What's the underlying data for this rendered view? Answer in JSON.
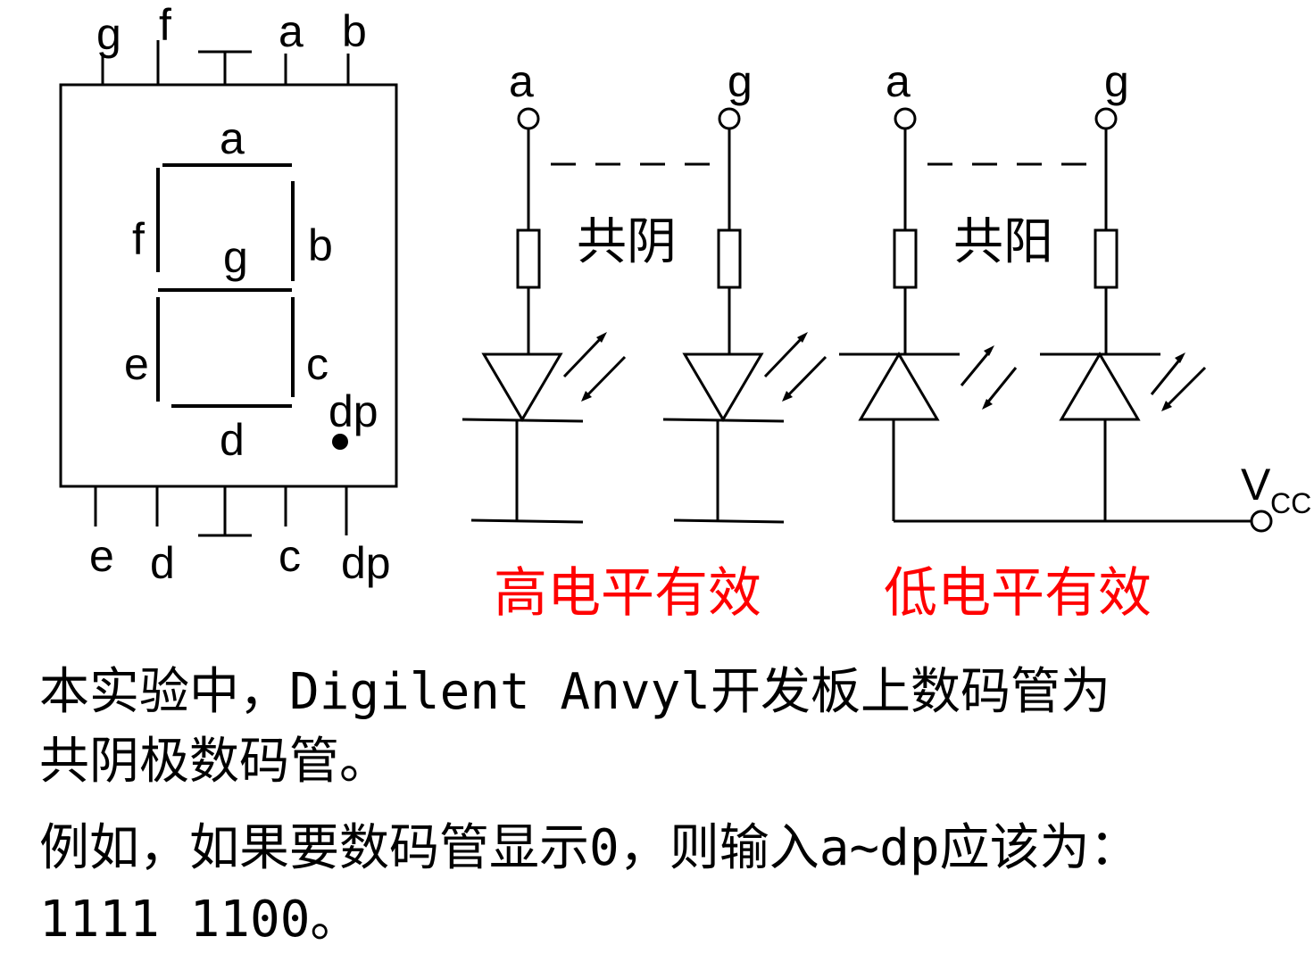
{
  "seven_segment": {
    "top_pins": [
      "g",
      "f",
      "a",
      "b"
    ],
    "bottom_pins": [
      "e",
      "d",
      "c",
      "dp"
    ],
    "segments": [
      "a",
      "b",
      "c",
      "d",
      "e",
      "f",
      "g",
      "dp"
    ]
  },
  "circuits": {
    "cathode": {
      "inputs": [
        "a",
        "g"
      ],
      "title": "共阴",
      "caption": "高电平有效"
    },
    "anode": {
      "inputs": [
        "a",
        "g"
      ],
      "title": "共阳",
      "caption": "低电平有效",
      "supply_main": "V",
      "supply_sub": "CC"
    }
  },
  "text": {
    "line1": "本实验中，Digilent Anvyl开发板上数码管为",
    "line2": "共阴极数码管。",
    "line3": "例如，如果要数码管显示0，则输入a~dp应该为：",
    "line4": "1111 1100。"
  },
  "colors": {
    "accent": "#ff0000",
    "line": "#000000"
  }
}
